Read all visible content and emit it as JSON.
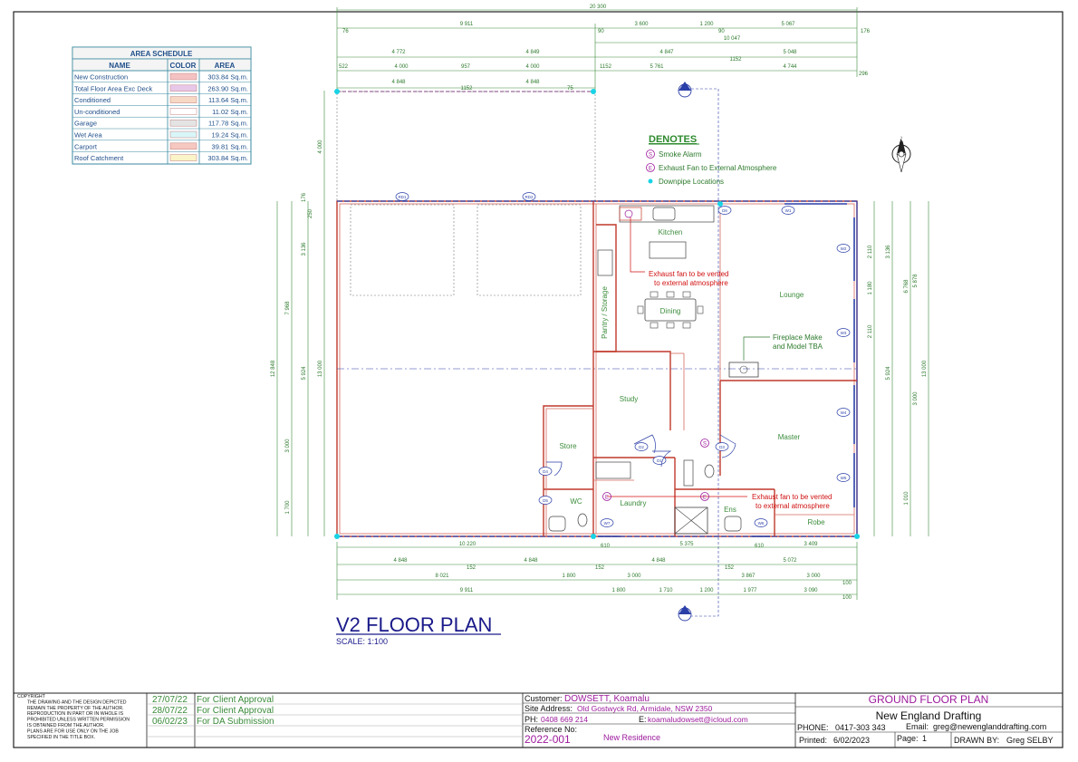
{
  "area_schedule": {
    "title": "AREA SCHEDULE",
    "headers": [
      "NAME",
      "COLOR",
      "AREA"
    ],
    "rows": [
      {
        "name": "New Construction",
        "color": "#f4c2c2",
        "area": "303.84 Sq.m."
      },
      {
        "name": "Total Floor Area Exc Deck",
        "color": "#e8c8e8",
        "area": "263.90 Sq.m."
      },
      {
        "name": "Conditioned",
        "color": "#f7d8c4",
        "area": "113.64 Sq.m."
      },
      {
        "name": "Un-conditioned",
        "color": "#ffffff",
        "area": "11.02 Sq.m."
      },
      {
        "name": "Garage",
        "color": "#e4e4e4",
        "area": "117.78 Sq.m."
      },
      {
        "name": "Wet Area",
        "color": "#d9f6f8",
        "area": "19.24 Sq.m."
      },
      {
        "name": "Carport",
        "color": "#f6c8c0",
        "area": "39.81 Sq.m."
      },
      {
        "name": "Roof Catchment",
        "color": "#fbf4c8",
        "area": "303.84 Sq.m."
      }
    ]
  },
  "denotes": {
    "title": "DENOTES",
    "items": [
      {
        "symbol": "S",
        "label": "Smoke Alarm"
      },
      {
        "symbol": "E",
        "label": "Exhaust Fan to External Atmosphere"
      },
      {
        "symbol": "",
        "label": "Downpipe Locations"
      }
    ]
  },
  "north": "N",
  "rooms": {
    "kitchen": "Kitchen",
    "lounge": "Lounge",
    "dining": "Dining",
    "pantry": "Pantry / Storage",
    "study": "Study",
    "store": "Store",
    "master": "Master",
    "wc": "WC",
    "laundry": "Laundry",
    "ens": "Ens",
    "robe": "Robe"
  },
  "notes": {
    "exhaust_line1": "Exhaust fan to be vented",
    "exhaust_line2": "to external atmosphere",
    "fireplace_line1": "Fireplace Make",
    "fireplace_line2": "and Model TBA",
    "exhaust2_line1": "Exhaust fan to be vented",
    "exhaust2_line2": "to external atmosphere"
  },
  "windows": [
    "W1",
    "W2",
    "W3",
    "W4",
    "W5",
    "W6",
    "W7"
  ],
  "doors": [
    "RD1",
    "RD2",
    "D1",
    "D2",
    "D3",
    "D4",
    "D5",
    "D6"
  ],
  "dimensions": {
    "top_overall": "20 300",
    "top_row1": [
      "9 911",
      "3 600",
      "1 200",
      "5 067"
    ],
    "top_row1b": [
      "76",
      "90",
      "90",
      "176"
    ],
    "top_row2": [
      "10 047"
    ],
    "top_row3": [
      "4 772",
      "4 849",
      "4 847",
      "5 048"
    ],
    "top_row4": [
      "522",
      "4 000",
      "957",
      "4 000",
      "1152",
      "5 761",
      "1152",
      "4 744",
      "296"
    ],
    "top_row5": [
      "4 848",
      "1152",
      "4 848",
      "75"
    ],
    "bottom_row1": [
      "10 220",
      "610",
      "5 375",
      "610",
      "3 409"
    ],
    "bottom_row2": [
      "4 848",
      "152",
      "4 848",
      "152",
      "4 848",
      "152",
      "5 072"
    ],
    "bottom_row3": [
      "8 021",
      "1 800",
      "3 000",
      "3 867",
      "3 000",
      "100"
    ],
    "bottom_row4": [
      "9 911",
      "1 800",
      "1 710",
      "1 200",
      "1 977",
      "3 090",
      "100"
    ],
    "left": [
      "12 848",
      "7 968",
      "3 136",
      "5 924",
      "3 000",
      "1 700",
      "13 000",
      "4 000",
      "176",
      "250"
    ],
    "right": [
      "13 000",
      "5 878",
      "6 768",
      "5 924",
      "3 136",
      "2 110",
      "1 180",
      "2 110",
      "3 000",
      "1 010"
    ]
  },
  "plan_title": "V2 FLOOR PLAN",
  "scale": "SCALE: 1:100",
  "title_block": {
    "copyright": [
      "COPYRIGHT",
      "THE DRAWING AND THE DESIGN DEPICTED",
      "REMAIN THE PROPERTY OF THE AUTHOR.",
      "REPRODUCTION IN PART OR IN WHOLE IS",
      "PROHIBITED UNLESS WRITTEN PERMISSION",
      "IS OBTAINED FROM THE AUTHOR.",
      "PLANS ARE FOR USE ONLY ON THE JOB",
      "SPECIFIED IN THE TITLE BOX."
    ],
    "revisions": [
      {
        "date": "27/07/22",
        "desc": "For Client Approval"
      },
      {
        "date": "28/07/22",
        "desc": "For Client Approval"
      },
      {
        "date": "06/02/23",
        "desc": "For DA Submission"
      }
    ],
    "customer_label": "Customer:",
    "customer": "DOWSETT, Koamalu",
    "site_label": "Site Address:",
    "site": "Old Gostwyck Rd, Armidale, NSW 2350",
    "ph_label": "PH:",
    "ph": "0408 669 214",
    "email_label": "E:",
    "email": "koamaludowsett@icloud.com",
    "ref_label": "Reference No:",
    "ref": "2022-001",
    "project": "New Residence",
    "sheet_title": "GROUND FLOOR PLAN",
    "company": "New England Drafting",
    "phone_label": "PHONE:",
    "phone": "0417-303 343",
    "company_email_label": "Email:",
    "company_email": "greg@newenglanddrafting.com",
    "printed_label": "Printed:",
    "printed": "6/02/2023",
    "page_label": "Page:",
    "page": "1",
    "drawn_by_label": "DRAWN BY:",
    "drawn_by": "Greg SELBY"
  },
  "colors": {
    "wall": "#c0392b",
    "dimension": "#2d7a2d",
    "note": "#d01010",
    "title": "#1a1a8a",
    "title_block_accent": "#9c1a9c",
    "downpipe": "#19d3e6"
  }
}
